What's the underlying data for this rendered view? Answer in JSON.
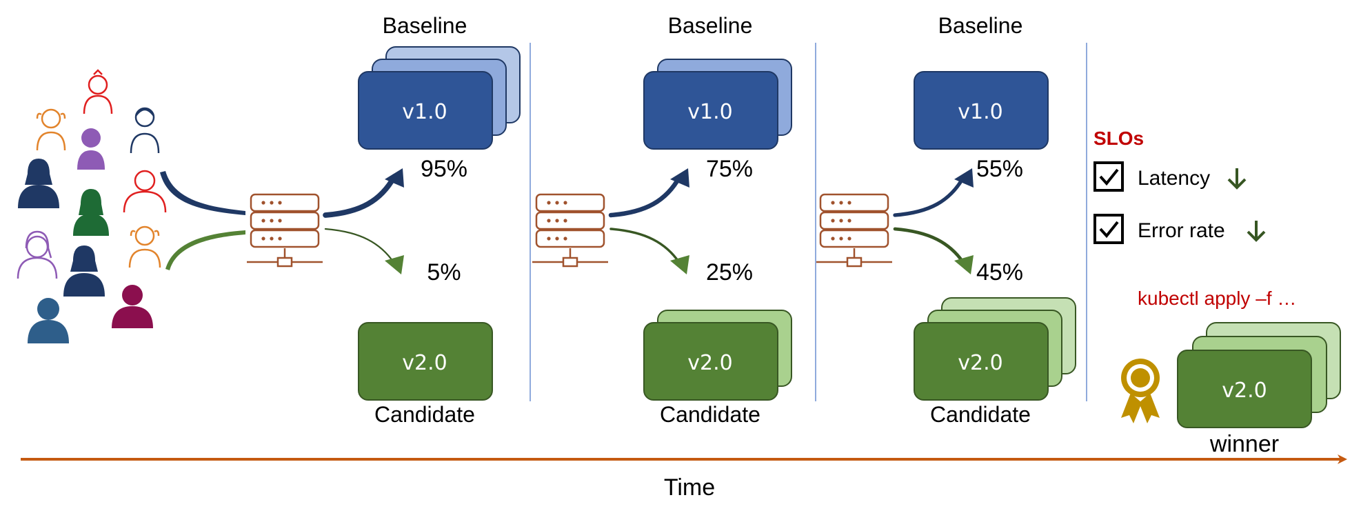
{
  "colors": {
    "baseline_dark": "#2F5597",
    "baseline_stroke": "#1F3864",
    "baseline_light1": "#8FAADC",
    "baseline_light2": "#B4C7E7",
    "candidate_dark": "#548235",
    "candidate_stroke": "#385723",
    "candidate_light": "#A9D18E",
    "candidate_light2": "#C5E0B4",
    "server": "#A0522D",
    "divider": "#8FAADC",
    "time_arrow": "#C55A11",
    "slo_red": "#C00000",
    "medal_gold": "#BF9000"
  },
  "stages": [
    {
      "baseline_label": "Baseline",
      "baseline_version": "v1.0",
      "baseline_percent": "95%",
      "candidate_label": "Candidate",
      "candidate_version": "v2.0",
      "candidate_percent": "5%",
      "baseline_traffic": 0.95,
      "candidate_traffic": 0.05
    },
    {
      "baseline_label": "Baseline",
      "baseline_version": "v1.0",
      "baseline_percent": "75%",
      "candidate_label": "Candidate",
      "candidate_version": "v2.0",
      "candidate_percent": "25%",
      "baseline_traffic": 0.75,
      "candidate_traffic": 0.25
    },
    {
      "baseline_label": "Baseline",
      "baseline_version": "v1.0",
      "baseline_percent": "55%",
      "candidate_label": "Candidate",
      "candidate_version": "v2.0",
      "candidate_percent": "45%",
      "baseline_traffic": 0.55,
      "candidate_traffic": 0.45
    }
  ],
  "slo": {
    "title": "SLOs",
    "items": [
      {
        "label": "Latency",
        "checked": true,
        "trend": "down-arrow-icon"
      },
      {
        "label": "Error rate",
        "checked": true,
        "trend": "down-arrow-icon"
      }
    ]
  },
  "command": "kubectl apply –f …",
  "winner": {
    "version": "v2.0",
    "label": "winner",
    "icon": "award-ribbon-icon"
  },
  "time_label": "Time",
  "icons": [
    "user-group-icon",
    "load-balancer-server-icon",
    "award-ribbon-icon",
    "checkbox-icon",
    "down-arrow-icon"
  ]
}
